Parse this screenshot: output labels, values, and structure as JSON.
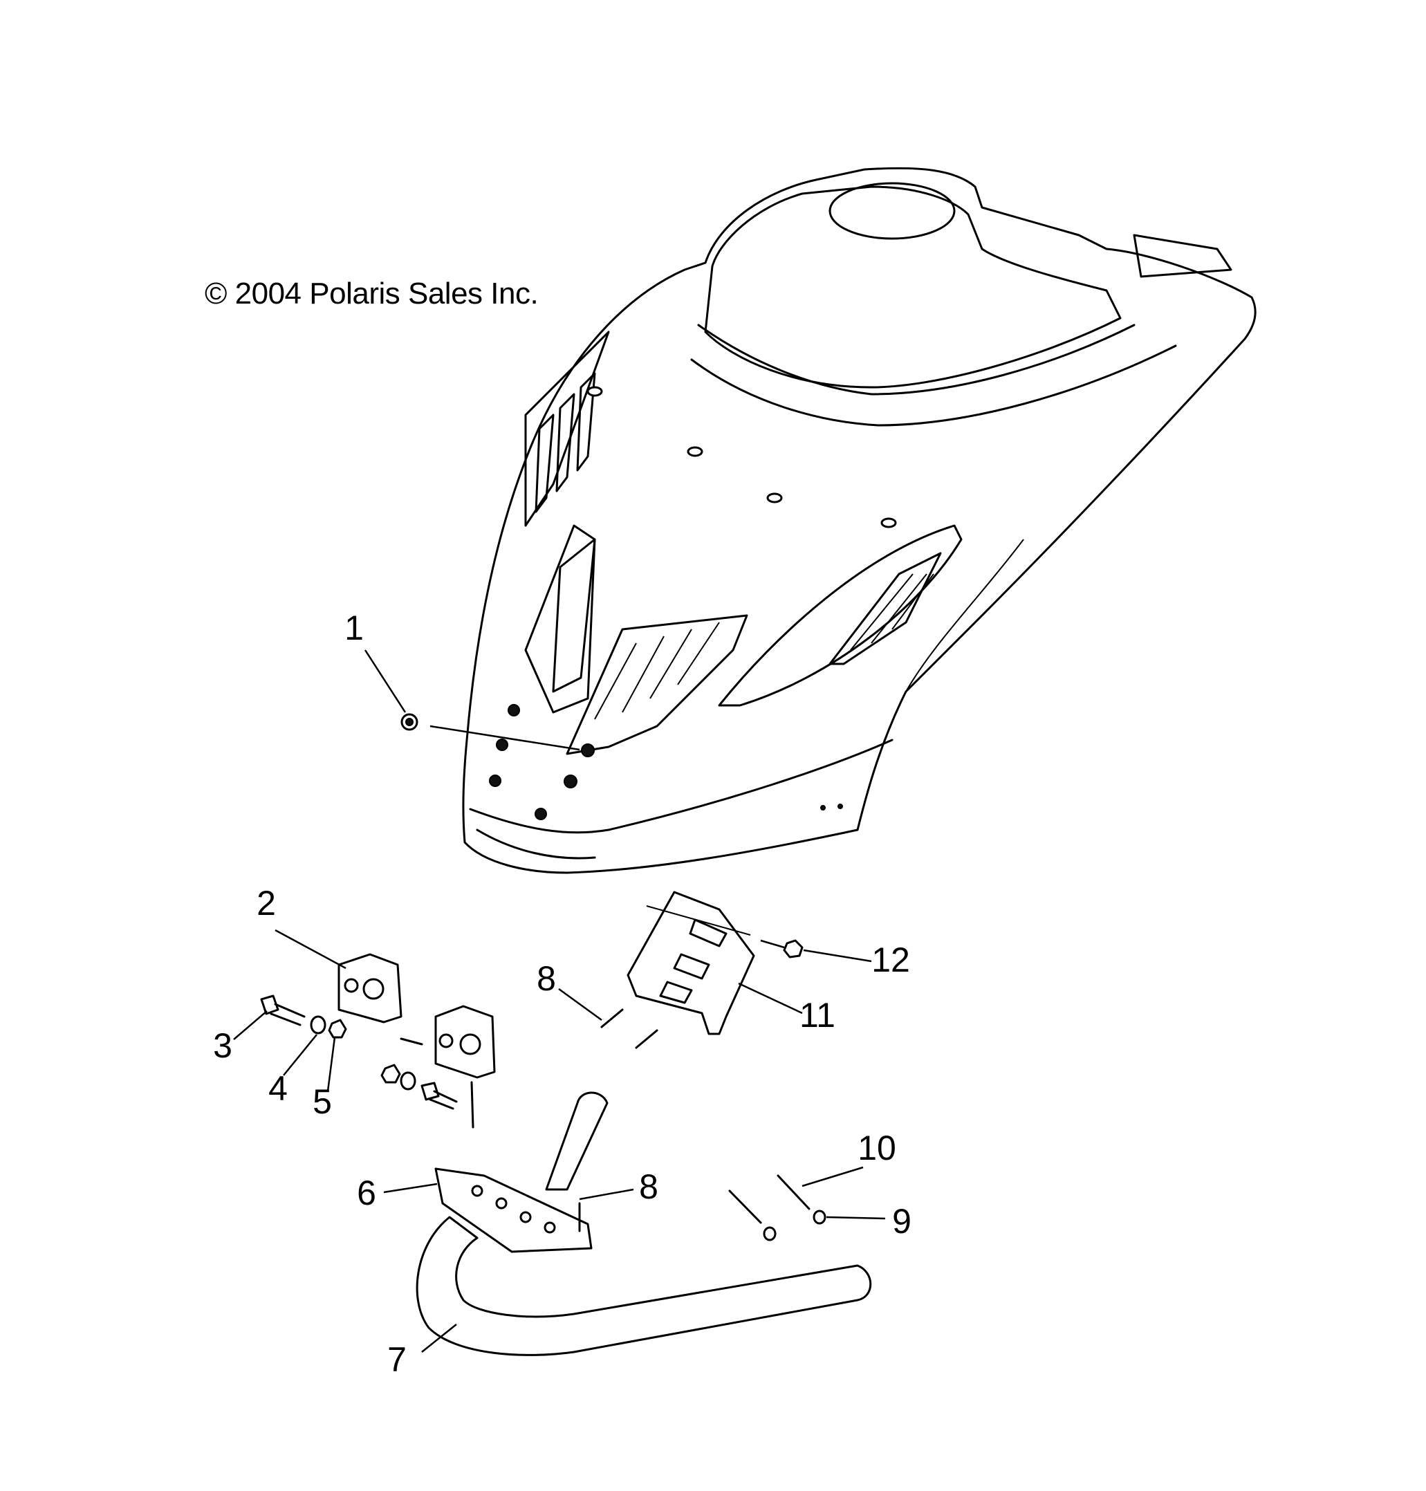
{
  "copyright": "© 2004 Polaris Sales Inc.",
  "callouts": [
    {
      "id": "1",
      "label": "1"
    },
    {
      "id": "2",
      "label": "2"
    },
    {
      "id": "3",
      "label": "3"
    },
    {
      "id": "4",
      "label": "4"
    },
    {
      "id": "5",
      "label": "5"
    },
    {
      "id": "6",
      "label": "6"
    },
    {
      "id": "7",
      "label": "7"
    },
    {
      "id": "8a",
      "label": "8"
    },
    {
      "id": "8b",
      "label": "8"
    },
    {
      "id": "9",
      "label": "9"
    },
    {
      "id": "10",
      "label": "10"
    },
    {
      "id": "11",
      "label": "11"
    },
    {
      "id": "12",
      "label": "12"
    }
  ]
}
